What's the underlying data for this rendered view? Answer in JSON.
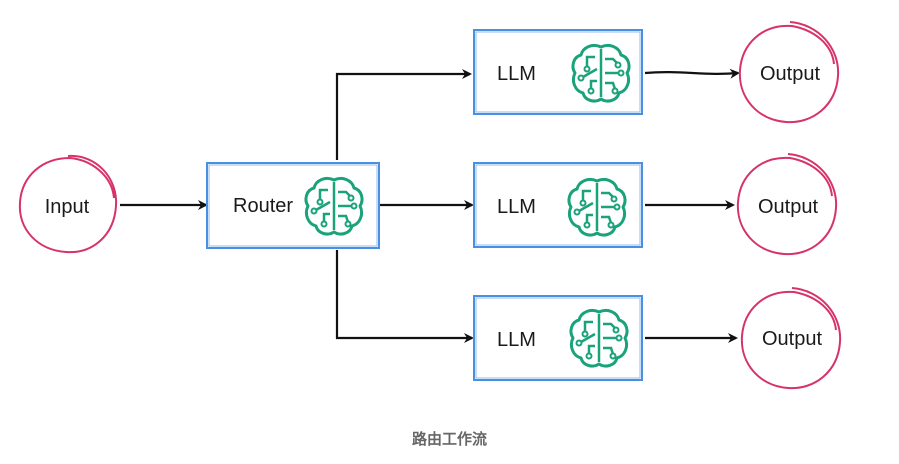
{
  "nodes": {
    "input": {
      "label": "Input"
    },
    "router": {
      "label": "Router",
      "icon": "brain-circuit-icon"
    },
    "llms": [
      {
        "label": "LLM",
        "icon": "brain-circuit-icon"
      },
      {
        "label": "LLM",
        "icon": "brain-circuit-icon"
      },
      {
        "label": "LLM",
        "icon": "brain-circuit-icon"
      }
    ],
    "outputs": [
      {
        "label": "Output"
      },
      {
        "label": "Output"
      },
      {
        "label": "Output"
      }
    ]
  },
  "caption": "路由工作流",
  "colors": {
    "circle_stroke": "#d6336c",
    "box_stroke": "#4a90e2",
    "box_fill": "#ffffff",
    "icon": "#1aa37a",
    "arrow": "#111111",
    "caption": "#666666"
  }
}
